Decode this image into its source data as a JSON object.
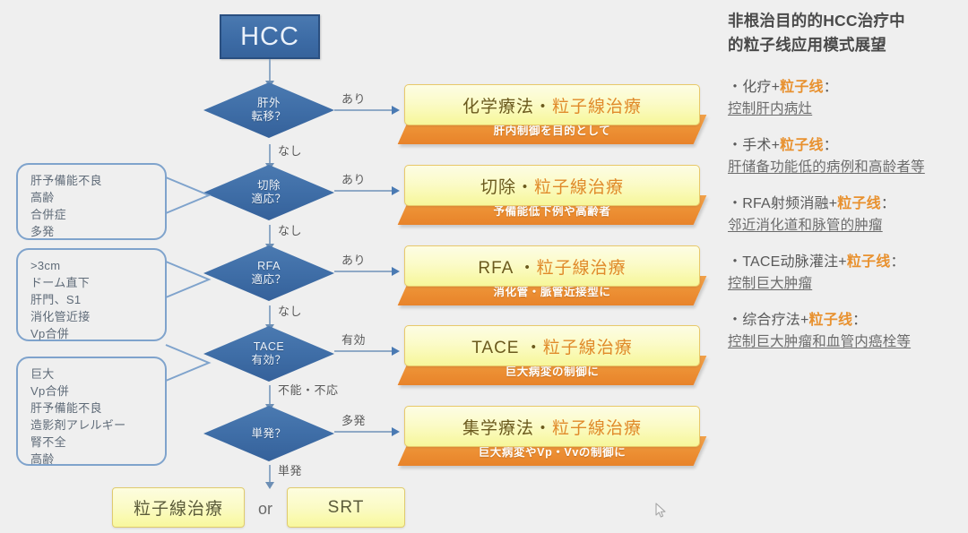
{
  "slide": {
    "background_color": "#efefef",
    "start_node": "HCC"
  },
  "flow": {
    "decisions": [
      {
        "id": "d1",
        "line1": "肝外",
        "line2": "転移？",
        "yes_label": "あり",
        "no_label": "なし"
      },
      {
        "id": "d2",
        "line1": "切除",
        "line2": "適応？",
        "yes_label": "あり",
        "no_label": "なし"
      },
      {
        "id": "d3",
        "line1": "RFA",
        "line2": "適応？",
        "yes_label": "あり",
        "no_label": "なし"
      },
      {
        "id": "d4",
        "line1": "TACE",
        "line2": "有効？",
        "yes_label": "有効",
        "no_label": "不能・不応"
      },
      {
        "id": "d5",
        "line1": "単発？",
        "line2": "",
        "yes_label": "多発",
        "no_label": "単発"
      }
    ],
    "treatments": [
      {
        "title_main": "化学療法・",
        "title_hl": "粒子線治療",
        "banner": "肝内制御を目的として"
      },
      {
        "title_main": "切除・",
        "title_hl": "粒子線治療",
        "banner": "予備能低下例や高齢者"
      },
      {
        "title_main": "RFA ・",
        "title_hl": "粒子線治療",
        "banner": "消化管・脈管近接型に"
      },
      {
        "title_main": "TACE ・",
        "title_hl": "粒子線治療",
        "banner": "巨大病変の制御に"
      },
      {
        "title_main": "集学療法・",
        "title_hl": "粒子線治療",
        "banner": "巨大病変やVp・Vvの制御に"
      }
    ],
    "callouts": [
      {
        "text": "肝予備能不良\n高齢\n合併症\n多発"
      },
      {
        "text": ">3cm\nドーム直下\n肝門、S1\n消化管近接\nVp合併"
      },
      {
        "text": "巨大\nVp合併\n肝予備能不良\n造影剤アレルギー\n腎不全\n高齢"
      }
    ],
    "results": {
      "left_box": "粒子線治療",
      "connector": "or",
      "right_box": "SRT"
    }
  },
  "right_panel": {
    "title": "非根治目的的HCC治疗中的粒子线应用模式展望",
    "title_line1": "非根治目的的HCC治疗中",
    "title_line2": "的粒子线应用模式展望",
    "bullets": [
      {
        "prefix": "・化疗+",
        "highlight": "粒子线",
        "suffix": "：",
        "detail": "控制肝内病灶"
      },
      {
        "prefix": "・手术+",
        "highlight": "粒子线",
        "suffix": "：",
        "detail": "肝储备功能低的病例和高龄者等"
      },
      {
        "prefix": "・RFA射频消融+",
        "highlight": "粒子线",
        "suffix": "：",
        "detail": "邻近消化道和脉管的肿瘤"
      },
      {
        "prefix": "・TACE动脉灌注+",
        "highlight": "粒子线",
        "suffix": "：",
        "detail": "控制巨大肿瘤"
      },
      {
        "prefix": "・综合疗法+",
        "highlight": "粒子线",
        "suffix": "：",
        "detail": "控制巨大肿瘤和血管内癌栓等"
      }
    ],
    "accent_color": "#e8912f"
  }
}
